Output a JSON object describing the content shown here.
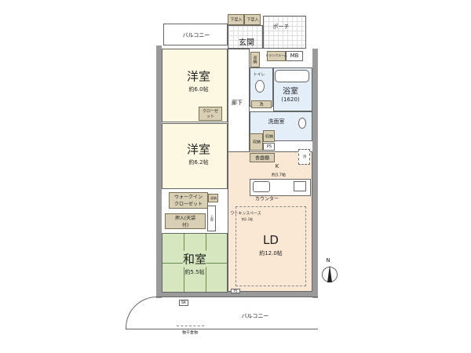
{
  "rooms": {
    "balcony_top": "バルコニー",
    "shoe1": "下足入",
    "shoe2": "下足入",
    "entrance": "玄関",
    "porch": "ポーチ",
    "trunk_room": "トランクルーム",
    "mb": "MB",
    "storage1": "収納",
    "western1": {
      "name": "洋室",
      "size": "約6.0帖"
    },
    "closet": "クローゼット",
    "hallway": "廊下",
    "toilet": "トイレ",
    "bath": {
      "name": "浴室",
      "size": "(1620)"
    },
    "wash": "洗",
    "washroom": "洗面室",
    "storage2": "収納",
    "storage3": "収納",
    "ps1": "PS",
    "fridge": "冷",
    "western2": {
      "name": "洋室",
      "size": "約6.2帖"
    },
    "cupboard": "食器棚",
    "kitchen": {
      "name": "K",
      "size": "約3.7帖"
    },
    "counter": "カウンター",
    "walkin": "ウォークインクローゼット",
    "storage4": "収納",
    "oshiire": "押入(天袋付)",
    "upper": "上部",
    "working": {
      "name": "ワーキンスペース",
      "size": "約1.1帖"
    },
    "ld": {
      "name": "LD",
      "size": "約12.0帖"
    },
    "washitsu": {
      "name": "和室",
      "size": "約5.5帖"
    },
    "ps2": "PS",
    "sk": "SK",
    "balcony_bottom": "バルコニー",
    "drying": "物干金物"
  },
  "compass": "N",
  "colors": {
    "western": "#fdf8e1",
    "wet": "#e4eef8",
    "ld": "#fbe8d4",
    "washitsu": "#d6e7bf",
    "storage": "#d9cfb4"
  }
}
